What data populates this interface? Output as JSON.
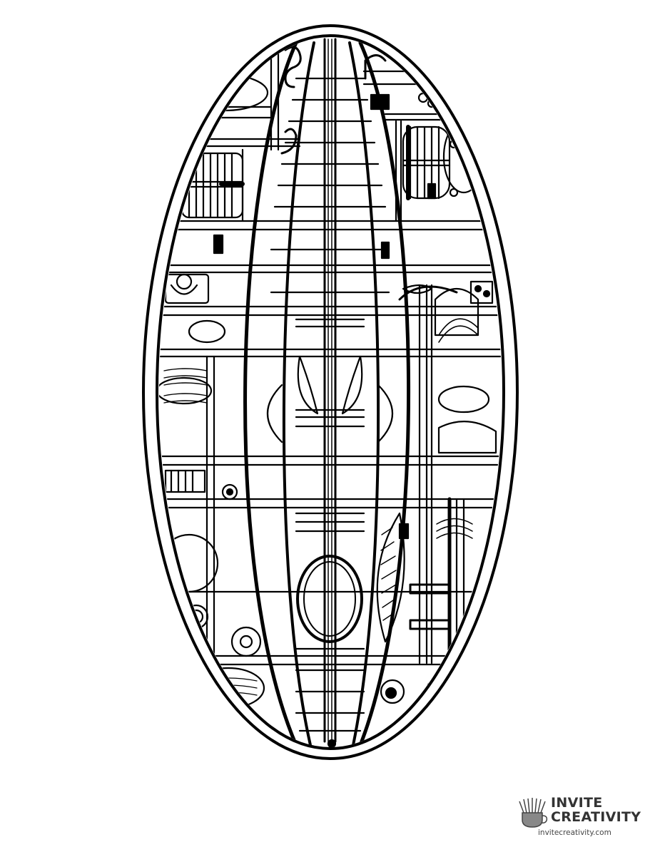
{
  "artwork": {
    "subject": "stylized oval surfboard mosaic coloring page",
    "line_color": "#000000",
    "background_color": "#ffffff"
  },
  "watermark": {
    "title_line1": "INVITE",
    "title_line2": "CREATIVITY",
    "url": "invitecreativity.com",
    "icon": "pencil-cup-icon",
    "text_color": "#333333"
  }
}
